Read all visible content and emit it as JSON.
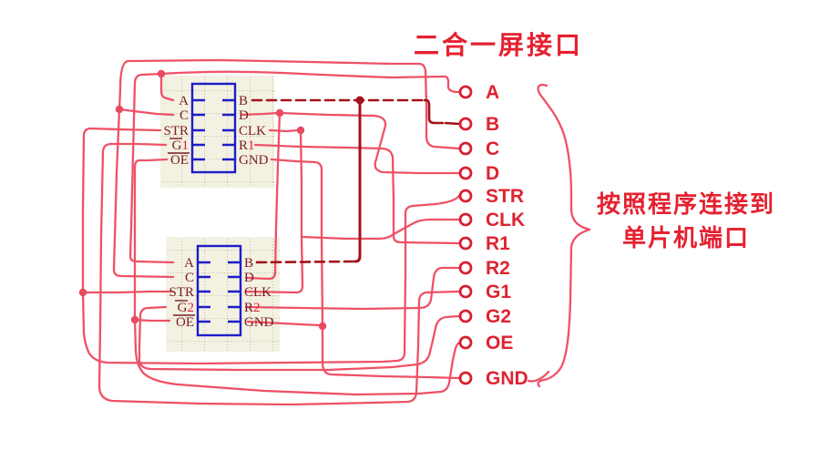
{
  "title": "二合一屏接口",
  "side_note": {
    "line1": "按照程序连接到",
    "line2": "单片机端口"
  },
  "ic1": {
    "left": [
      {
        "t": "A"
      },
      {
        "t": "C"
      },
      {
        "t": "STR"
      },
      {
        "t": "G",
        "digit": "1"
      },
      {
        "t": "OE"
      }
    ],
    "right": [
      {
        "t": "B"
      },
      {
        "t": "D"
      },
      {
        "t": "CLK"
      },
      {
        "t": "R",
        "digit": "1"
      },
      {
        "t": "GND"
      }
    ]
  },
  "ic2": {
    "left": [
      {
        "t": "A"
      },
      {
        "t": "C"
      },
      {
        "t": "STR"
      },
      {
        "t": "G",
        "digit": "2"
      },
      {
        "t": "OE"
      }
    ],
    "right": [
      {
        "t": "B"
      },
      {
        "t": "D"
      },
      {
        "t": "CLK"
      },
      {
        "t": "R",
        "digit": "2"
      },
      {
        "t": "GND"
      }
    ]
  },
  "connector": {
    "pins": [
      "A",
      "B",
      "C",
      "D",
      "STR",
      "CLK",
      "R1",
      "R2",
      "G1",
      "G2",
      "OE",
      "GND"
    ]
  },
  "colors": {
    "wire_pink": "#ee5166",
    "wire_dark_red": "#a4121a",
    "ic_blue": "#1d1dc8",
    "pin_label_maroon": "#7b1c20",
    "annotation_red": "#e52130",
    "connector_red": "#d8202e",
    "grid_beige": "#f3f1e2"
  }
}
